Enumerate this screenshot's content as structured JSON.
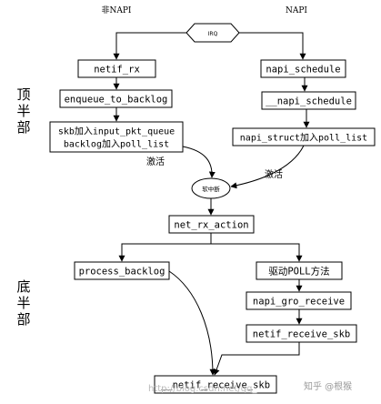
{
  "headers": {
    "left": "非NAPI",
    "right": "NAPI"
  },
  "side_labels": {
    "top": [
      "顶",
      "半",
      "部"
    ],
    "bottom": [
      "底",
      "半",
      "部"
    ]
  },
  "nodes": {
    "irq": "IRQ",
    "netif_rx": "netif_rx",
    "enqueue_to_backlog": "enqueue_to_backlog",
    "skb_line1": "skb加入input_pkt_queue",
    "skb_line2": "backlog加入poll_list",
    "napi_schedule": "napi_schedule",
    "__napi_schedule": "__napi_schedule",
    "napi_struct": "napi_struct加入poll_list",
    "softirq": "软中断",
    "net_rx_action": "net_rx_action",
    "process_backlog": "process_backlog",
    "driver_poll": "驱动POLL方法",
    "napi_gro_receive": "napi_gro_receive",
    "netif_receive_skb": "netif_receive_skb",
    "__netif_receive_skb": "__netif_receive_skb"
  },
  "edge_labels": {
    "activate_left": "激活",
    "activate_right": "激活"
  },
  "watermark": {
    "url": "http://blog.csdn.net/qq_",
    "brand": "知乎 @根猴"
  }
}
